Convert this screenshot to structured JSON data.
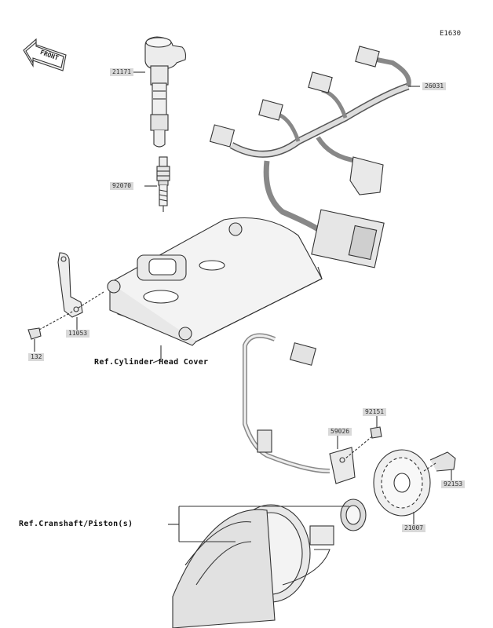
{
  "diagram_code": "E1630",
  "front_label": "FRONT",
  "parts": [
    {
      "id": "ignition-coil",
      "number": "21171"
    },
    {
      "id": "spark-plug",
      "number": "92070"
    },
    {
      "id": "main-harness",
      "number": "26031"
    },
    {
      "id": "harness-clamp",
      "number": "11053"
    },
    {
      "id": "bolt",
      "number": "132"
    },
    {
      "id": "pickup-sensor",
      "number": "59026"
    },
    {
      "id": "sensor-bolt",
      "number": "92151"
    },
    {
      "id": "rotor-bolt",
      "number": "92153"
    },
    {
      "id": "timing-rotor",
      "number": "21007"
    }
  ],
  "references": {
    "cylinder_head_cover": "Ref.Cylinder Head Cover",
    "crankshaft_piston": "Ref.Cranshaft/Piston(s)"
  },
  "colors": {
    "line": "#333333",
    "fill": "#e6e6e6",
    "label_bg": "#d9d9d9"
  }
}
